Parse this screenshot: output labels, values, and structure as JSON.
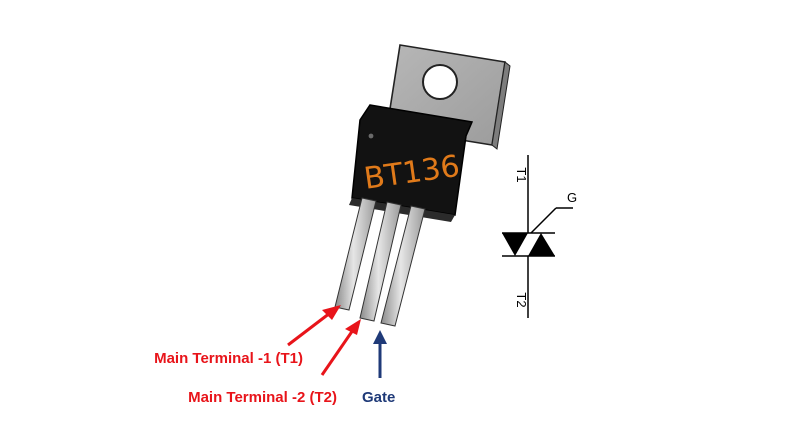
{
  "component": {
    "marking": "BT136",
    "body_color": "#121212",
    "tab_color": "#a9a9a9",
    "marking_color": "#e07a1a"
  },
  "labels": {
    "t1": {
      "text": "Main Terminal -1 (T1)",
      "color": "#e8141a"
    },
    "t2": {
      "text": "Main Terminal -2 (T2)",
      "color": "#e8141a"
    },
    "gate": {
      "text": "Gate",
      "color": "#1f3a78"
    }
  },
  "symbol": {
    "t1": "T1",
    "g": "G",
    "t2": "T2"
  }
}
